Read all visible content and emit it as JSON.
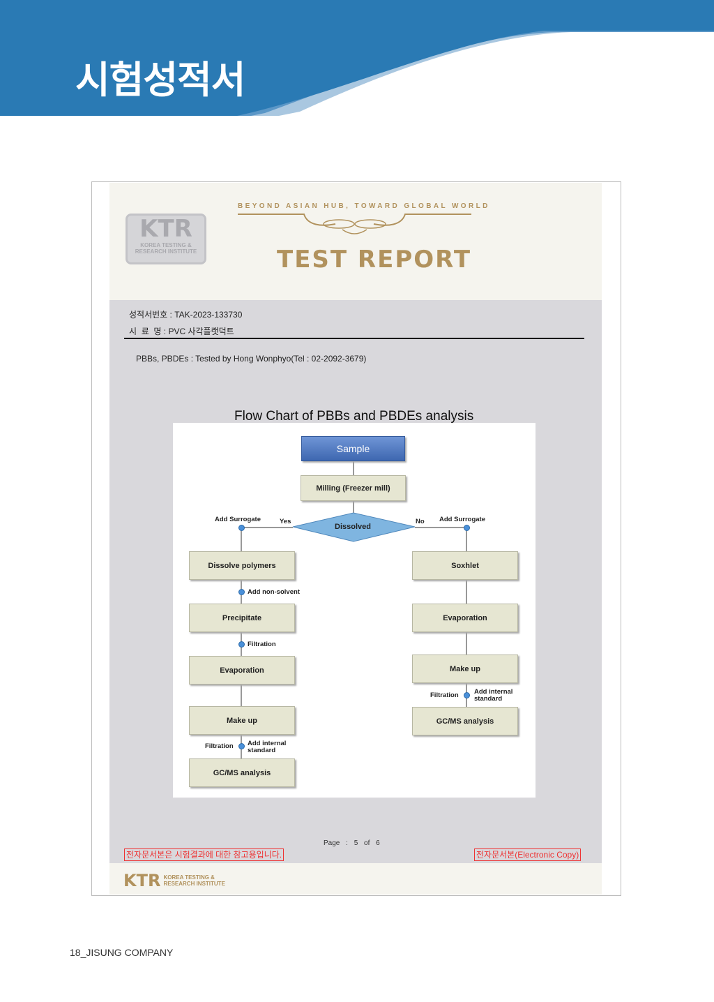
{
  "banner": {
    "title": "시험성적서",
    "color": "#2a7ab4"
  },
  "report": {
    "logo": {
      "big": "KTR",
      "line1": "KOREA TESTING &",
      "line2": "RESEARCH INSTITUTE"
    },
    "slogan": "BEYOND ASIAN HUB, TOWARD GLOBAL WORLD",
    "heading": "TEST REPORT",
    "report_no": "성적서번호 : TAK-2023-133730",
    "sample": "시  료  명 : PVC 사각플랫덕트",
    "tested_by": "PBBs, PBDEs : Tested by Hong Wonphyo(Tel : 02-2092-3679)",
    "flow_title": "Flow Chart of PBBs and PBDEs analysis",
    "page": {
      "label": "Page :",
      "current": "5",
      "of": "of",
      "total": "6"
    },
    "notice_left": "전자문서본은 시험결과에 대한 참고용입니다.",
    "notice_right": "전자문서본(Electronic Copy)"
  },
  "flow": {
    "sample": "Sample",
    "milling": "Milling (Freezer mill)",
    "dissolved": "Dissolved",
    "yes": "Yes",
    "no": "No",
    "add_surrogate": "Add Surrogate",
    "left": [
      "Dissolve polymers",
      "Precipitate",
      "Evaporation",
      "Make up",
      "GC/MS analysis"
    ],
    "right": [
      "Soxhlet",
      "Evaporation",
      "Make up",
      "GC/MS analysis"
    ],
    "add_non_solvent": "Add non-solvent",
    "filtration": "Filtration",
    "add_internal_1": "Add internal",
    "add_internal_2": "standard"
  },
  "footer": "18_JISUNG COMPANY"
}
